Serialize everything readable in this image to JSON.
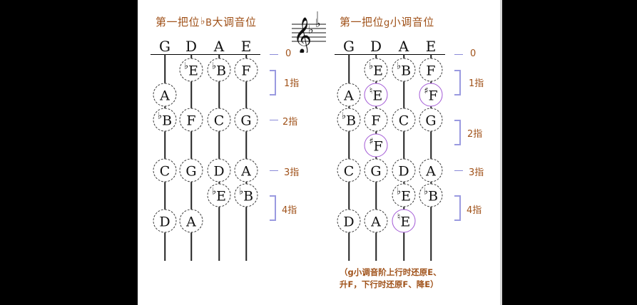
{
  "left_chart": {
    "title_prefix": "第一把位",
    "title_flat": "♭",
    "title_key": "B",
    "title_suffix": "大调音位",
    "strings": [
      "G",
      "D",
      "A",
      "E"
    ]
  },
  "right_chart": {
    "title_prefix": "第一把位",
    "title_key": "g",
    "title_suffix": "小调音位",
    "strings": [
      "G",
      "D",
      "A",
      "E"
    ]
  },
  "finger_labels": {
    "open": "0",
    "first": "1指",
    "second": "2指",
    "third": "3指",
    "fourth": "4指"
  },
  "left_notes": [
    {
      "string": 1,
      "row": "f1",
      "acc": "♭",
      "name": "E"
    },
    {
      "string": 2,
      "row": "f1",
      "acc": "♭",
      "name": "B"
    },
    {
      "string": 3,
      "row": "f1",
      "acc": "",
      "name": "F"
    },
    {
      "string": 0,
      "row": "f1b",
      "acc": "",
      "name": "A"
    },
    {
      "string": 0,
      "row": "f2",
      "acc": "♭",
      "name": "B"
    },
    {
      "string": 1,
      "row": "f2",
      "acc": "",
      "name": "F"
    },
    {
      "string": 2,
      "row": "f2",
      "acc": "",
      "name": "C"
    },
    {
      "string": 3,
      "row": "f2",
      "acc": "",
      "name": "G"
    },
    {
      "string": 0,
      "row": "f3",
      "acc": "",
      "name": "C"
    },
    {
      "string": 1,
      "row": "f3",
      "acc": "",
      "name": "G"
    },
    {
      "string": 2,
      "row": "f3",
      "acc": "",
      "name": "D"
    },
    {
      "string": 3,
      "row": "f3",
      "acc": "",
      "name": "A"
    },
    {
      "string": 2,
      "row": "f4",
      "acc": "♭",
      "name": "E"
    },
    {
      "string": 3,
      "row": "f4",
      "acc": "♭",
      "name": "B"
    },
    {
      "string": 0,
      "row": "f4b",
      "acc": "",
      "name": "D"
    },
    {
      "string": 1,
      "row": "f4b",
      "acc": "",
      "name": "A"
    }
  ],
  "right_notes": [
    {
      "string": 1,
      "row": "f1",
      "acc": "♭",
      "name": "E"
    },
    {
      "string": 2,
      "row": "f1",
      "acc": "♭",
      "name": "B"
    },
    {
      "string": 3,
      "row": "f1",
      "acc": "",
      "name": "F"
    },
    {
      "string": 0,
      "row": "f1b",
      "acc": "",
      "name": "A"
    },
    {
      "string": 1,
      "row": "f1b",
      "acc": "♮",
      "name": "E",
      "alt": true
    },
    {
      "string": 3,
      "row": "f1b",
      "acc": "♯",
      "name": "F",
      "alt": true
    },
    {
      "string": 0,
      "row": "f2",
      "acc": "♭",
      "name": "B"
    },
    {
      "string": 1,
      "row": "f2",
      "acc": "",
      "name": "F"
    },
    {
      "string": 2,
      "row": "f2",
      "acc": "",
      "name": "C"
    },
    {
      "string": 3,
      "row": "f2",
      "acc": "",
      "name": "G"
    },
    {
      "string": 1,
      "row": "f2b",
      "acc": "♯",
      "name": "F",
      "alt": true
    },
    {
      "string": 0,
      "row": "f3",
      "acc": "",
      "name": "C"
    },
    {
      "string": 1,
      "row": "f3",
      "acc": "",
      "name": "G"
    },
    {
      "string": 2,
      "row": "f3",
      "acc": "",
      "name": "D"
    },
    {
      "string": 3,
      "row": "f3",
      "acc": "",
      "name": "A"
    },
    {
      "string": 2,
      "row": "f4",
      "acc": "♭",
      "name": "E"
    },
    {
      "string": 3,
      "row": "f4",
      "acc": "♭",
      "name": "B"
    },
    {
      "string": 0,
      "row": "f4b",
      "acc": "",
      "name": "D"
    },
    {
      "string": 1,
      "row": "f4b",
      "acc": "",
      "name": "A"
    },
    {
      "string": 2,
      "row": "f4b",
      "acc": "♮",
      "name": "E",
      "alt": true
    }
  ],
  "footnote": {
    "line1": "（g小调音阶上行时还原E、",
    "line2": "升F，下行时还原F、降E）"
  },
  "colors": {
    "label_brown": "#a0521a",
    "bracket_blue": "#9a9ae0",
    "altered_purple": "#a35ad6"
  }
}
